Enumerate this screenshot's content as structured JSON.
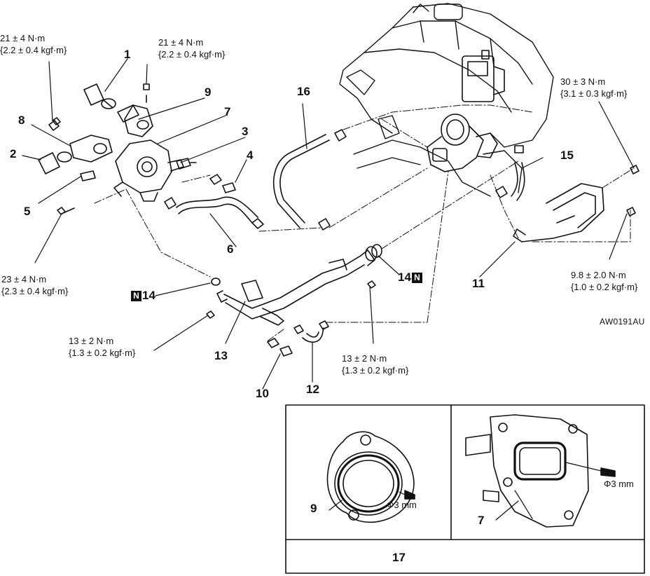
{
  "torque_labels": {
    "t_top_left": [
      "21 ± 4 N·m",
      "{2.2 ± 0.4 kgf·m}"
    ],
    "t_top_mid": [
      "21 ± 4 N·m",
      "{2.2 ± 0.4 kgf·m}"
    ],
    "t_right_top": [
      "30 ± 3 N·m",
      "{3.1 ± 0.3 kgf·m}"
    ],
    "t_right_bottom": [
      "9.8 ± 2.0 N·m",
      "{1.0 ± 0.2 kgf·m}"
    ],
    "t_left_mid": [
      "23 ± 4 N·m",
      "{2.3 ± 0.4 kgf·m}"
    ],
    "t_bottom_left": [
      "13 ± 2 N·m",
      "{1.3 ± 0.2 kgf·m}"
    ],
    "t_bottom_mid": [
      "13 ± 2 N·m",
      "{1.3 ± 0.2 kgf·m}"
    ]
  },
  "callouts": {
    "c1": "1",
    "c2": "2",
    "c3": "3",
    "c4": "4",
    "c5": "5",
    "c6": "6",
    "c7": "7",
    "c8": "8",
    "c9": "9",
    "c10": "10",
    "c11": "11",
    "c12": "12",
    "c13": "13",
    "c15": "15",
    "c16": "16",
    "c17": "17"
  },
  "badged_callouts": {
    "left": {
      "badge": "N",
      "number": "14"
    },
    "right": {
      "number": "14",
      "badge": "N"
    }
  },
  "figure_code": "AW0191AU",
  "inset": {
    "left_label": "9",
    "right_label": "7",
    "bead_left": "Φ3 mm",
    "bead_right": "Φ3 mm",
    "caption": "17"
  }
}
